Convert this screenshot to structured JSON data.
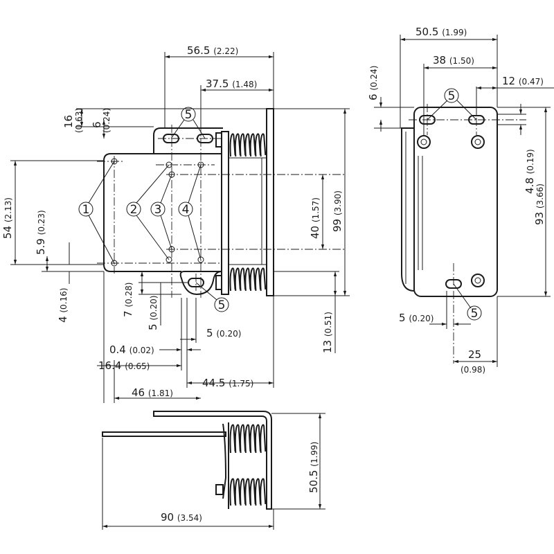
{
  "callouts": {
    "c1": "1",
    "c2": "2",
    "c3": "3",
    "c4": "4",
    "c5": "5"
  },
  "front": {
    "d56": "56.5",
    "d56i": "(2.22)",
    "d37": "37.5",
    "d37i": "(1.48)",
    "d16": "16",
    "d16i": "(0.63)",
    "d6": "6",
    "d6i": "(0.24)",
    "d54": "54",
    "d54i": "(2.13)",
    "d59": "5.9",
    "d59i": "(0.23)",
    "d4": "4",
    "d4i": "(0.16)",
    "d7": "7",
    "d7i": "(0.28)",
    "d5v": "5",
    "d5vi": "(0.20)",
    "d04": "0.4",
    "d04i": "(0.02)",
    "d164": "16.4",
    "d164i": "(0.65)",
    "d46": "46",
    "d46i": "(1.81)",
    "d5h": "5",
    "d5hi": "(0.20)",
    "d445": "44.5",
    "d445i": "(1.75)",
    "d13": "13",
    "d13i": "(0.51)",
    "d40": "40",
    "d40i": "(1.57)",
    "d99": "99",
    "d99i": "(3.90)"
  },
  "side": {
    "d505": "50.5",
    "d505i": "(1.99)",
    "d38": "38",
    "d38i": "(1.50)",
    "d12": "12",
    "d12i": "(0.47)",
    "d6": "6",
    "d6i": "(0.24)",
    "d48": "4.8",
    "d48i": "(0.19)",
    "d93": "93",
    "d93i": "(3.66)",
    "d5": "5",
    "d5i": "(0.20)",
    "d25": "25",
    "d25i": "(0.98)"
  },
  "bottom": {
    "d505": "50.5",
    "d505i": "(1.99)",
    "d90": "90",
    "d90i": "(3.54)"
  }
}
